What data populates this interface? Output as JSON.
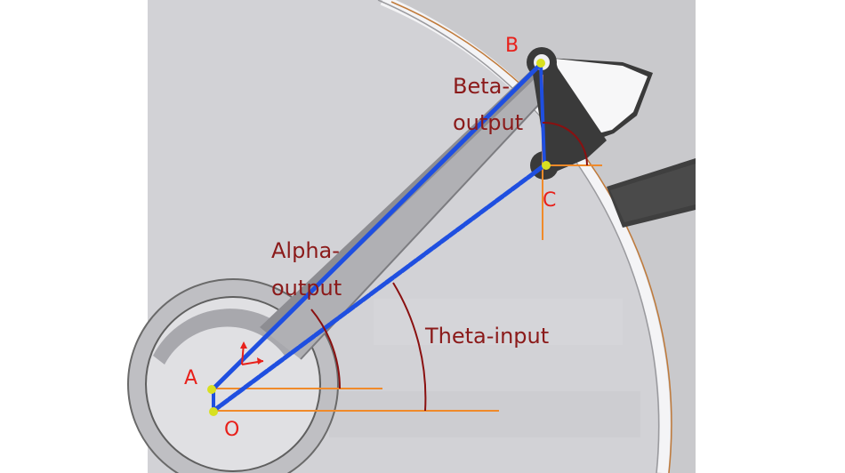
{
  "colors": {
    "link_blue": "#1f4fe0",
    "guide_orange": "#f08a2a",
    "arc_darkred": "#8a1010",
    "point_label_red": "#e8201a",
    "annotation_darkred": "#8b1a1a",
    "joint_yellow": "#d8e020",
    "panel_gray": "#c9c9cc",
    "disc_gray": "#d3d3d7",
    "dark_gray": "#3f3f3f"
  },
  "points": {
    "A": "A",
    "O": "O",
    "B": "B",
    "C": "C"
  },
  "annotations": {
    "beta_line1": "Beta-",
    "beta_line2": "output",
    "alpha_line1": "Alpha-",
    "alpha_line2": "output",
    "theta": "Theta-input"
  }
}
